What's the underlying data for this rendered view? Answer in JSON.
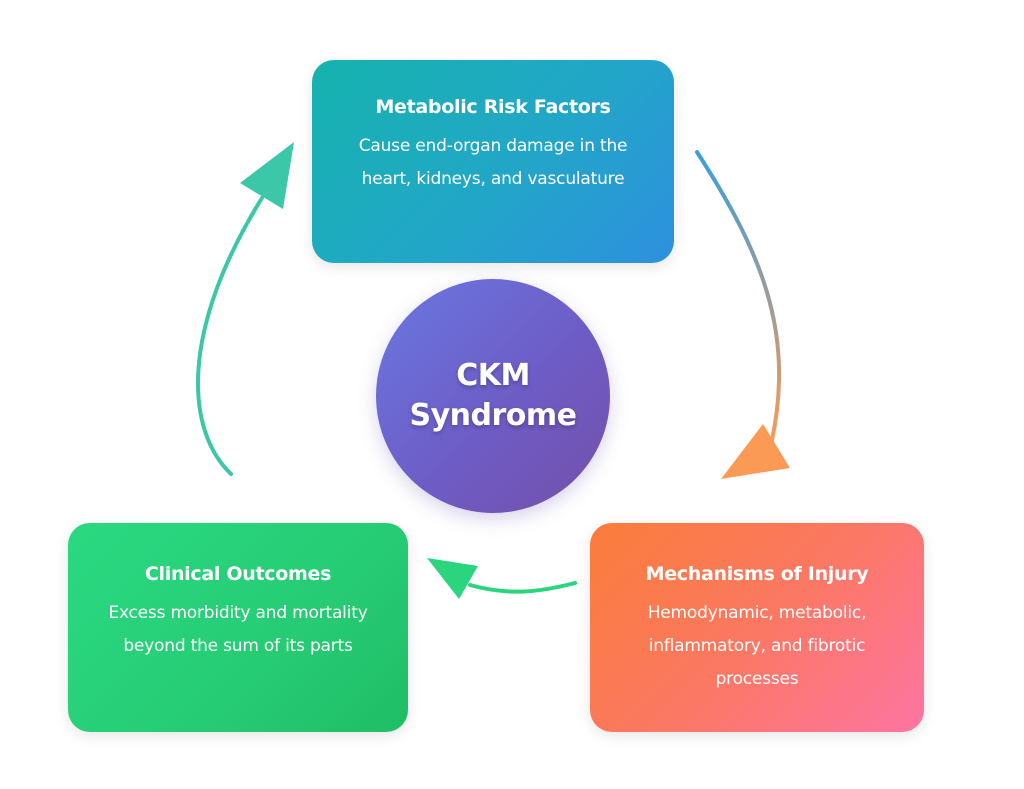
{
  "center": {
    "line1": "CKM",
    "line2": "Syndrome",
    "color_start": "#6a78e0",
    "color_end": "#7350a8"
  },
  "nodes": [
    {
      "id": "metabolic",
      "title": "Metabolic Risk Factors",
      "description": "Cause end-organ damage in the heart, kidneys, and vasculature",
      "color_start": "#15b3ad",
      "color_end": "#2e90de"
    },
    {
      "id": "mechanisms",
      "title": "Mechanisms of Injury",
      "description": "Hemodynamic, metabolic, inflammatory, and fibrotic processes",
      "color_start": "#fb7d3a",
      "color_end": "#fd75a3"
    },
    {
      "id": "outcomes",
      "title": "Clinical Outcomes",
      "description": "Excess morbidity and mortality beyond the sum of its parts",
      "color_start": "#2ad982",
      "color_end": "#1fbd66"
    }
  ],
  "edges": [
    {
      "from": "metabolic",
      "to": "mechanisms",
      "color_start": "#3a9ee0",
      "color_end": "#fb9a55"
    },
    {
      "from": "mechanisms",
      "to": "outcomes",
      "color": "#2ad57e"
    },
    {
      "from": "outcomes",
      "to": "metabolic",
      "color": "#3cc7a8"
    }
  ]
}
